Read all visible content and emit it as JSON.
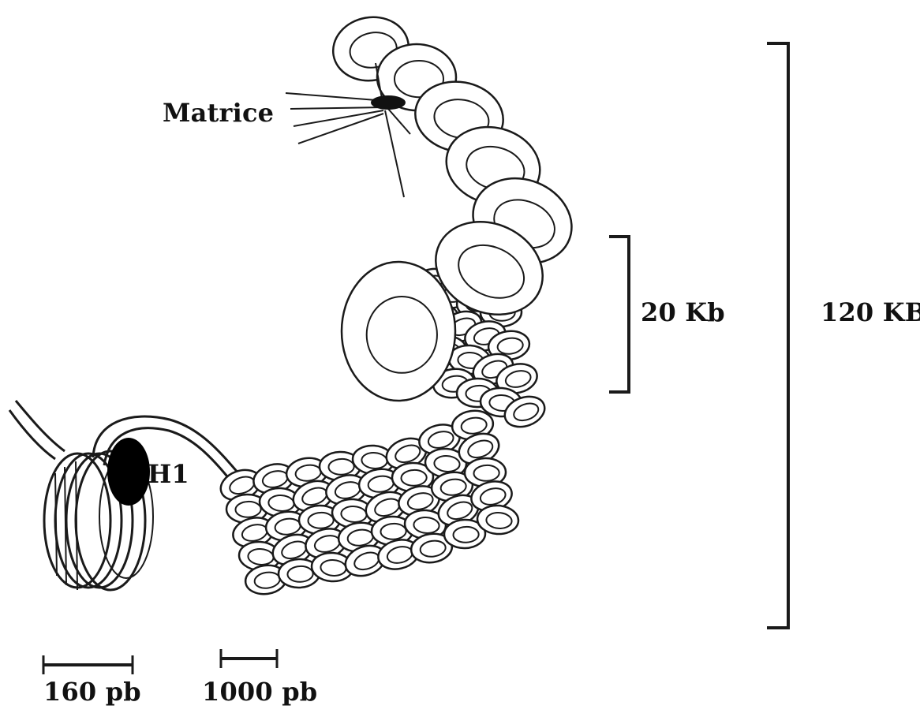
{
  "labels": {
    "matrix": "Matrice",
    "histone": "H1",
    "loop_small": "20 Kb",
    "loop_large": "120 KB",
    "scale_nucleosome": "160 pb",
    "scale_solenoid": "1000 pb"
  },
  "colors": {
    "ink": "#1a1a1a",
    "histone_fill": "#000000",
    "background": "#ffffff"
  }
}
